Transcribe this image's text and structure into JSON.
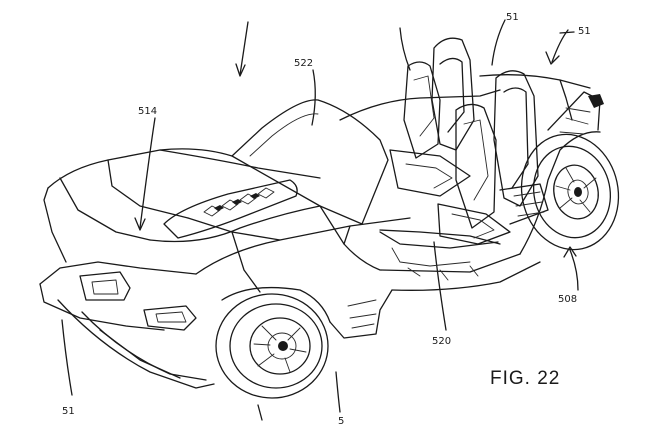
{
  "figure_label": "FIG. 22",
  "reference_numerals": {
    "hood": "514",
    "windshield": "522",
    "seat_top": "51",
    "rear_body": "51",
    "rear_wheel": "508",
    "floor": "520",
    "bottom_left": "51",
    "bottom_mid": "5"
  },
  "colors": {
    "ink": "#1a1a1a",
    "paper": "#ffffff"
  }
}
